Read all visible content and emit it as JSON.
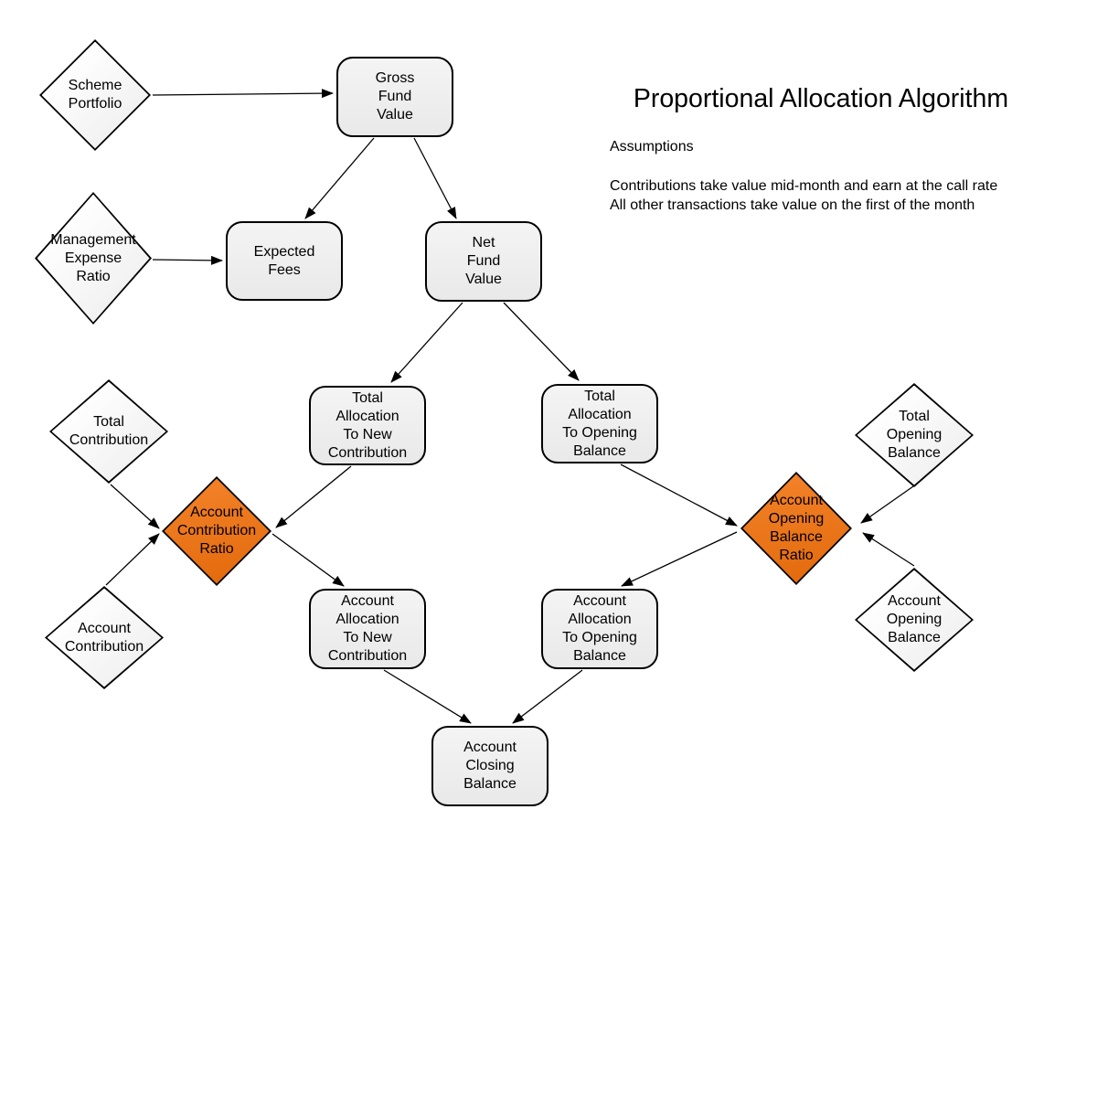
{
  "title": "Proportional Allocation Algorithm",
  "assumptions": {
    "heading": "Assumptions",
    "text": "Contributions take value mid-month and earn at the call rate\nAll other transactions take value on the first of the month"
  },
  "colors": {
    "background": "#FFFFFF",
    "node_stroke": "#000000",
    "process_node_fill": "#ECECEC",
    "input_diamond_fill": "#F7F7F7",
    "ratio_diamond_fill": "#ED7117",
    "arrow": "#000000"
  },
  "nodes": {
    "scheme_portfolio": {
      "label": "Scheme\nPortfolio",
      "shape": "diamond"
    },
    "gross_fund_value": {
      "label": "Gross\nFund\nValue",
      "shape": "rounded-rect"
    },
    "management_expense_ratio": {
      "label": "Management\nExpense\nRatio",
      "shape": "diamond"
    },
    "expected_fees": {
      "label": "Expected\nFees",
      "shape": "rounded-rect"
    },
    "net_fund_value": {
      "label": "Net\nFund\nValue",
      "shape": "rounded-rect"
    },
    "total_allocation_to_new_contribution": {
      "label": "Total\nAllocation\nTo New\nContribution",
      "shape": "rounded-rect"
    },
    "total_allocation_to_opening_balance": {
      "label": "Total\nAllocation\nTo Opening\nBalance",
      "shape": "rounded-rect"
    },
    "total_contribution": {
      "label": "Total\nContribution",
      "shape": "diamond"
    },
    "account_contribution_ratio": {
      "label": "Account\nContribution\nRatio",
      "shape": "diamond-orange"
    },
    "account_contribution": {
      "label": "Account\nContribution",
      "shape": "diamond"
    },
    "total_opening_balance": {
      "label": "Total\nOpening\nBalance",
      "shape": "diamond"
    },
    "account_opening_balance_ratio": {
      "label": "Account\nOpening\nBalance\nRatio",
      "shape": "diamond-orange"
    },
    "account_opening_balance": {
      "label": "Account\nOpening\nBalance",
      "shape": "diamond"
    },
    "account_allocation_to_new_contribution": {
      "label": "Account\nAllocation\nTo New\nContribution",
      "shape": "rounded-rect"
    },
    "account_allocation_to_opening_balance": {
      "label": "Account\nAllocation\nTo Opening\nBalance",
      "shape": "rounded-rect"
    },
    "account_closing_balance": {
      "label": "Account\nClosing\nBalance",
      "shape": "rounded-rect"
    }
  },
  "edges": [
    {
      "from": "scheme_portfolio",
      "to": "gross_fund_value"
    },
    {
      "from": "gross_fund_value",
      "to": "expected_fees"
    },
    {
      "from": "gross_fund_value",
      "to": "net_fund_value"
    },
    {
      "from": "management_expense_ratio",
      "to": "expected_fees"
    },
    {
      "from": "net_fund_value",
      "to": "total_allocation_to_new_contribution"
    },
    {
      "from": "net_fund_value",
      "to": "total_allocation_to_opening_balance"
    },
    {
      "from": "total_contribution",
      "to": "account_contribution_ratio"
    },
    {
      "from": "account_contribution",
      "to": "account_contribution_ratio"
    },
    {
      "from": "total_allocation_to_new_contribution",
      "to": "account_contribution_ratio"
    },
    {
      "from": "account_contribution_ratio",
      "to": "account_allocation_to_new_contribution"
    },
    {
      "from": "total_allocation_to_opening_balance",
      "to": "account_opening_balance_ratio"
    },
    {
      "from": "total_opening_balance",
      "to": "account_opening_balance_ratio"
    },
    {
      "from": "account_opening_balance",
      "to": "account_opening_balance_ratio"
    },
    {
      "from": "account_opening_balance_ratio",
      "to": "account_allocation_to_opening_balance"
    },
    {
      "from": "account_allocation_to_new_contribution",
      "to": "account_closing_balance"
    },
    {
      "from": "account_allocation_to_opening_balance",
      "to": "account_closing_balance"
    }
  ]
}
